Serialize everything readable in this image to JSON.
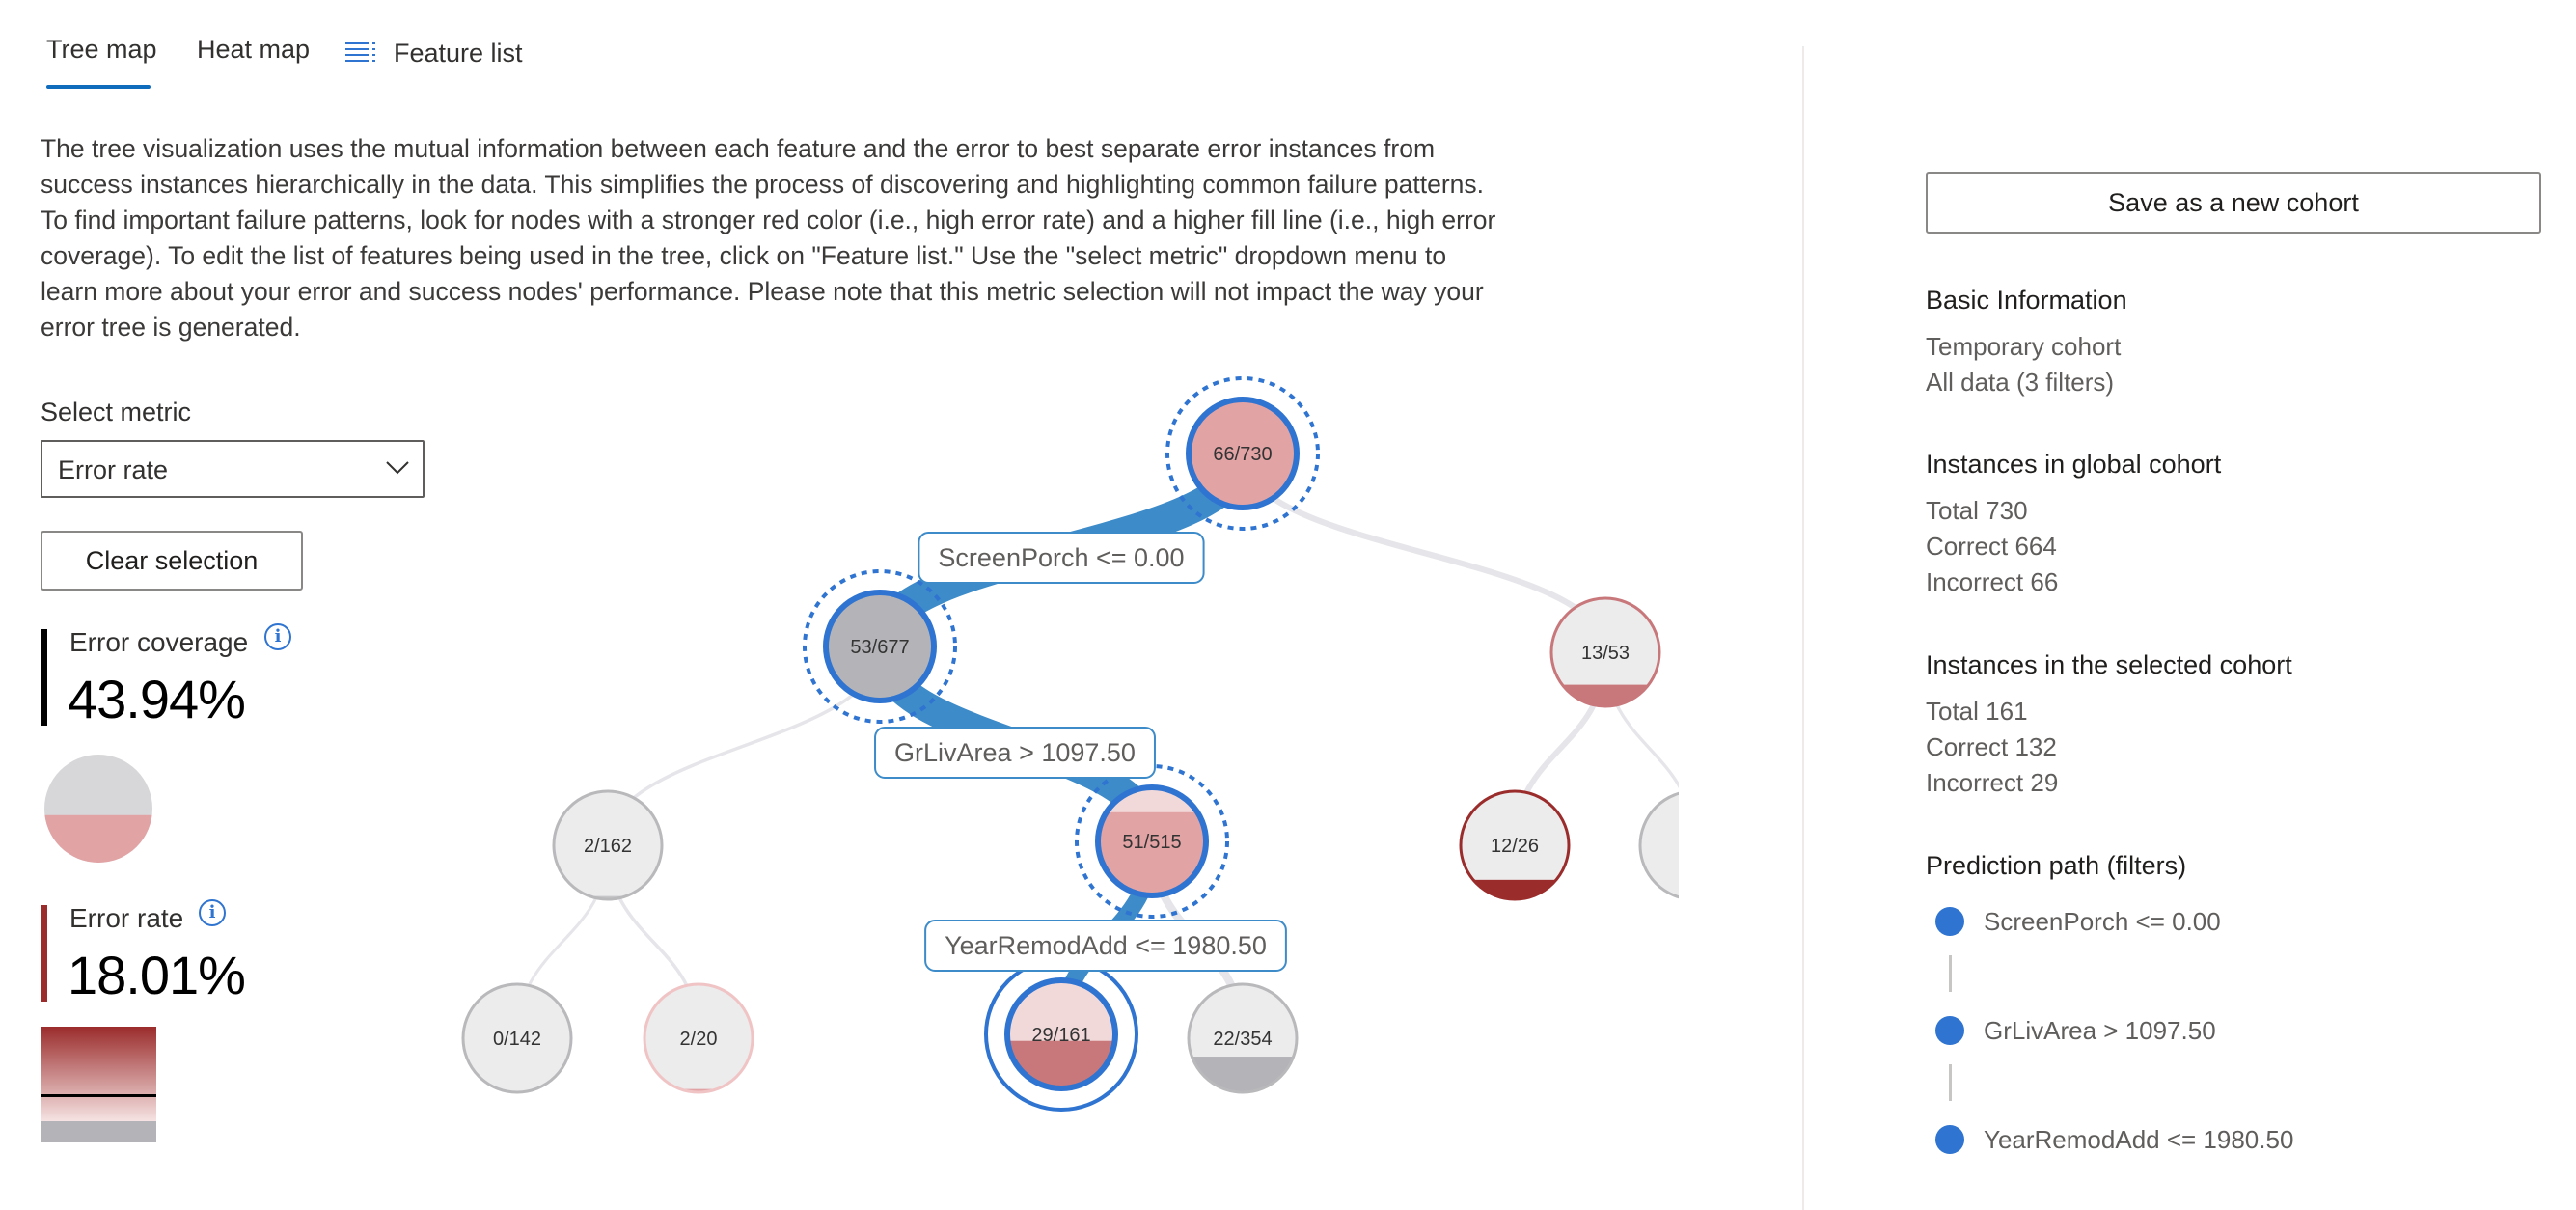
{
  "tabs": [
    {
      "label": "Tree map"
    },
    {
      "label": "Heat map"
    },
    {
      "label": "Feature list"
    }
  ],
  "description": "The tree visualization uses the mutual information between each feature and the error to best separate error instances from success instances hierarchically in the data. This simplifies the process of discovering and highlighting common failure patterns. To find important failure patterns, look for nodes with a stronger red color (i.e., high error rate) and a higher fill line (i.e., high error coverage). To edit the list of features being used in the tree, click on \"Feature list.\" Use the \"select metric\" dropdown menu to learn more about your error and success nodes' performance. Please note that this metric selection will not impact the way your error tree is generated.",
  "metric_select": {
    "label": "Select metric",
    "value": "Error rate"
  },
  "clear_selection_label": "Clear selection",
  "error_coverage": {
    "title": "Error coverage",
    "value": "43.94%",
    "fraction": 0.4394
  },
  "error_rate": {
    "title": "Error rate",
    "value": "18.01%",
    "fraction": 0.1801
  },
  "colors": {
    "accent": "#2f74d0",
    "error_dark": "#9b2c2c",
    "error_light": "#e2a3a5",
    "success_grey": "#b4b4b8"
  },
  "tree": {
    "nodes": [
      {
        "id": "n0",
        "label": "66/730",
        "error_rate": 0.09,
        "coverage": 1.0,
        "state": "selected"
      },
      {
        "id": "n1",
        "label": "53/677",
        "error_rate": 0.08,
        "coverage": 0.8,
        "state": "selected"
      },
      {
        "id": "n2",
        "label": "13/53",
        "error_rate": 0.25,
        "coverage": 0.2,
        "state": "normal"
      },
      {
        "id": "n3",
        "label": "2/162",
        "error_rate": 0.01,
        "coverage": 0.03,
        "state": "normal"
      },
      {
        "id": "n4",
        "label": "51/515",
        "error_rate": 0.1,
        "coverage": 0.77,
        "state": "selected"
      },
      {
        "id": "n5",
        "label": "12/26",
        "error_rate": 0.46,
        "coverage": 0.18,
        "state": "normal"
      },
      {
        "id": "n6",
        "label": "",
        "error_rate": 0.02,
        "coverage": 0.02,
        "state": "normal"
      },
      {
        "id": "n7",
        "label": "0/142",
        "error_rate": 0.0,
        "coverage": 0.0,
        "state": "normal"
      },
      {
        "id": "n8",
        "label": "2/20",
        "error_rate": 0.1,
        "coverage": 0.03,
        "state": "normal"
      },
      {
        "id": "n9",
        "label": "29/161",
        "error_rate": 0.18,
        "coverage": 0.44,
        "state": "active"
      },
      {
        "id": "n10",
        "label": "22/354",
        "error_rate": 0.06,
        "coverage": 0.33,
        "state": "normal"
      }
    ],
    "edge_labels": [
      "ScreenPorch <= 0.00",
      "GrLivArea > 1097.50",
      "YearRemodAdd <= 1980.50"
    ]
  },
  "sidebar": {
    "save_label": "Save as a new cohort",
    "basic_info": {
      "title": "Basic Information",
      "lines": [
        "Temporary cohort",
        "All data (3 filters)"
      ]
    },
    "global_cohort": {
      "title": "Instances in global cohort",
      "lines": [
        "Total 730",
        "Correct 664",
        "Incorrect 66"
      ]
    },
    "selected_cohort": {
      "title": "Instances in the selected cohort",
      "lines": [
        "Total 161",
        "Correct 132",
        "Incorrect 29"
      ]
    },
    "prediction_path": {
      "title": "Prediction path (filters)",
      "filters": [
        "ScreenPorch <= 0.00",
        "GrLivArea > 1097.50",
        "YearRemodAdd <= 1980.50"
      ]
    }
  }
}
